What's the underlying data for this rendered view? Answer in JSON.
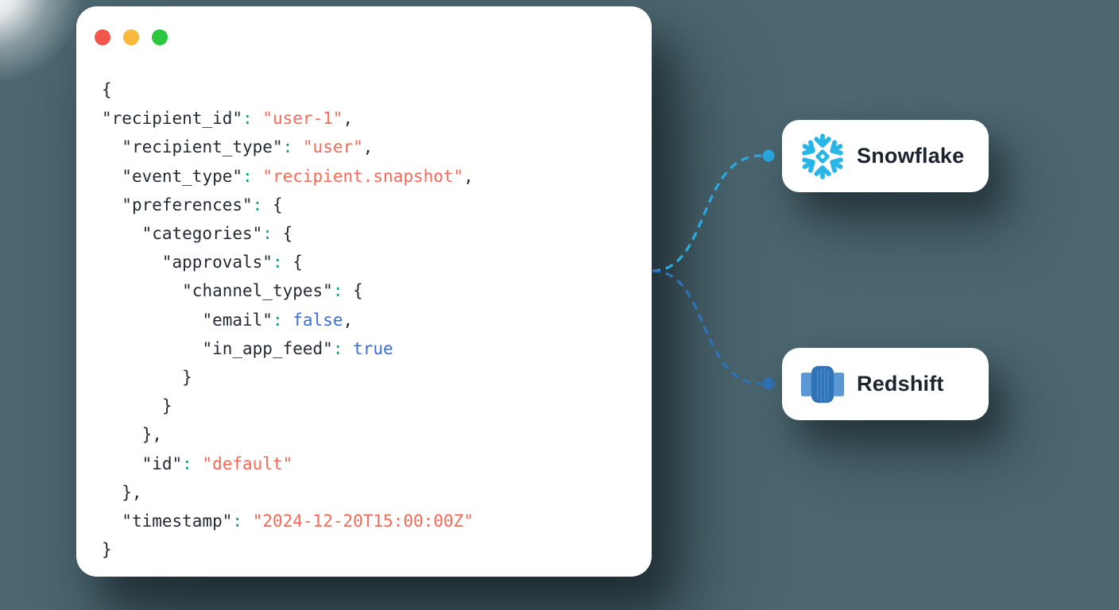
{
  "background": {
    "color": "#4C6770"
  },
  "window": {
    "traffic_lights": [
      {
        "name": "close",
        "color": "#F2564A"
      },
      {
        "name": "minimize",
        "color": "#F8B83B"
      },
      {
        "name": "zoom",
        "color": "#2BC73E"
      }
    ],
    "code": {
      "colors": {
        "plain": "#232A33",
        "key": "#232A33",
        "colon": "#1E9E7C",
        "str": "#F56A58",
        "bool": "#3A6BE0"
      },
      "lines": [
        [
          [
            "{",
            "plain"
          ]
        ],
        [
          [
            "\"recipient_id\"",
            "key"
          ],
          [
            ":",
            "colon"
          ],
          [
            " ",
            "plain"
          ],
          [
            "\"user-1\"",
            "str"
          ],
          [
            ",",
            "plain"
          ]
        ],
        [
          [
            "  ",
            "plain"
          ],
          [
            "\"recipient_type\"",
            "key"
          ],
          [
            ":",
            "colon"
          ],
          [
            " ",
            "plain"
          ],
          [
            "\"user\"",
            "str"
          ],
          [
            ",",
            "plain"
          ]
        ],
        [
          [
            "  ",
            "plain"
          ],
          [
            "\"event_type\"",
            "key"
          ],
          [
            ":",
            "colon"
          ],
          [
            " ",
            "plain"
          ],
          [
            "\"recipient.snapshot\"",
            "str"
          ],
          [
            ",",
            "plain"
          ]
        ],
        [
          [
            "  ",
            "plain"
          ],
          [
            "\"preferences\"",
            "key"
          ],
          [
            ":",
            "colon"
          ],
          [
            " {",
            "plain"
          ]
        ],
        [
          [
            "    ",
            "plain"
          ],
          [
            "\"categories\"",
            "key"
          ],
          [
            ":",
            "colon"
          ],
          [
            " {",
            "plain"
          ]
        ],
        [
          [
            "      ",
            "plain"
          ],
          [
            "\"approvals\"",
            "key"
          ],
          [
            ":",
            "colon"
          ],
          [
            " {",
            "plain"
          ]
        ],
        [
          [
            "        ",
            "plain"
          ],
          [
            "\"channel_types\"",
            "key"
          ],
          [
            ":",
            "colon"
          ],
          [
            " {",
            "plain"
          ]
        ],
        [
          [
            "          ",
            "plain"
          ],
          [
            "\"email\"",
            "key"
          ],
          [
            ":",
            "colon"
          ],
          [
            " ",
            "plain"
          ],
          [
            "false",
            "bool"
          ],
          [
            ",",
            "plain"
          ]
        ],
        [
          [
            "          ",
            "plain"
          ],
          [
            "\"in_app_feed\"",
            "key"
          ],
          [
            ":",
            "colon"
          ],
          [
            " ",
            "plain"
          ],
          [
            "true",
            "bool"
          ]
        ],
        [
          [
            "        }",
            "plain"
          ]
        ],
        [
          [
            "      }",
            "plain"
          ]
        ],
        [
          [
            "    },",
            "plain"
          ]
        ],
        [
          [
            "    ",
            "plain"
          ],
          [
            "\"id\"",
            "key"
          ],
          [
            ":",
            "colon"
          ],
          [
            " ",
            "plain"
          ],
          [
            "\"default\"",
            "str"
          ]
        ],
        [
          [
            "  },",
            "plain"
          ]
        ],
        [
          [
            "  ",
            "plain"
          ],
          [
            "\"timestamp\"",
            "key"
          ],
          [
            ":",
            "colon"
          ],
          [
            " ",
            "plain"
          ],
          [
            "\"2024-12-20T15:00:00Z\"",
            "str"
          ]
        ],
        [
          [
            "}",
            "plain"
          ]
        ]
      ]
    }
  },
  "connections": [
    {
      "to": "Snowflake",
      "color": "#2BA9E2"
    },
    {
      "to": "Redshift",
      "color": "#2E73B8"
    }
  ],
  "cards": [
    {
      "label": "Snowflake",
      "icon": "snowflake-icon",
      "accent": "#29B5E8"
    },
    {
      "label": "Redshift",
      "icon": "redshift-icon",
      "icon_colors": {
        "body": "#2E73B8",
        "wing": "#5B97D3",
        "stripe": "#5E9AD6"
      }
    }
  ]
}
